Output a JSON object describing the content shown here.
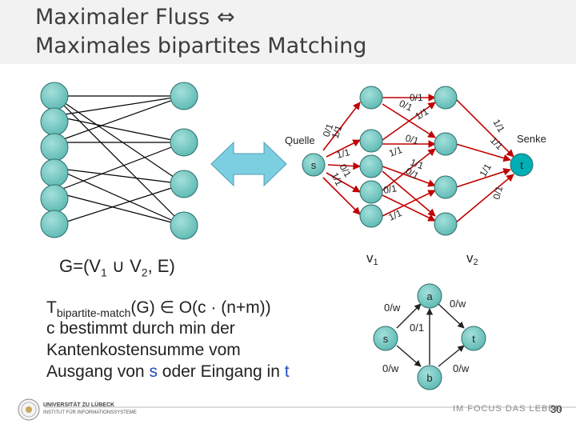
{
  "title": {
    "line1": "Maximaler Fluss ⇔",
    "line2": "Maximales bipartites Matching"
  },
  "graph_def": {
    "prefix": "G=(V",
    "sub1": "1",
    "union": " ∪ V",
    "sub2": "2",
    "suffix": ", E)"
  },
  "complexity": {
    "t": "T",
    "sub": "bipartite-match",
    "rest": "(G) ∈ O(c · (n+m))"
  },
  "description": {
    "line1": "c bestimmt durch min der",
    "line2": "Kantenkostensumme vom",
    "line3_pre": "Ausgang von ",
    "s": "s",
    "line3_mid": " oder Eingang in ",
    "t": "t"
  },
  "flow_network": {
    "quelle_label": "Quelle",
    "senke_label": "Senke",
    "source_node": "s",
    "sink_node": "t",
    "v1_label": "v",
    "v1_sub": "1",
    "v2_label": "v",
    "v2_sub": "2",
    "source_edge_labels": [
      "0/1",
      "1/1",
      "1/1",
      "0/1",
      "1/1"
    ],
    "middle_edge_labels": [
      "0/1",
      "0/1",
      "1/1",
      "0/1",
      "1/1",
      "1/1",
      "0/1",
      "0/1",
      "1/1"
    ],
    "sink_edge_labels": [
      "1/1",
      "1/1",
      "1/1",
      "0/1"
    ]
  },
  "small_example": {
    "nodes": {
      "s": "s",
      "a": "a",
      "b": "b",
      "t": "t"
    },
    "edge_labels": {
      "s_a": "0/w",
      "a_t": "0/w",
      "s_b": "0/w",
      "b_t": "0/w",
      "b_a": "0/1"
    }
  },
  "footer": {
    "university": "UNIVERSITÄT ZU LÜBECK",
    "institute": "INSTITUT FÜR INFORMATIONSSYSTEME",
    "slogan": "IM FOCUS DAS LEBEN",
    "page_number": "30"
  },
  "colors": {
    "node_fill": "#72c8c3",
    "sink_fill": "#00aeb5",
    "arrow_fill": "#7ccfe0",
    "highlight": "#1f4fb8",
    "flow_edge": "#c00000"
  }
}
